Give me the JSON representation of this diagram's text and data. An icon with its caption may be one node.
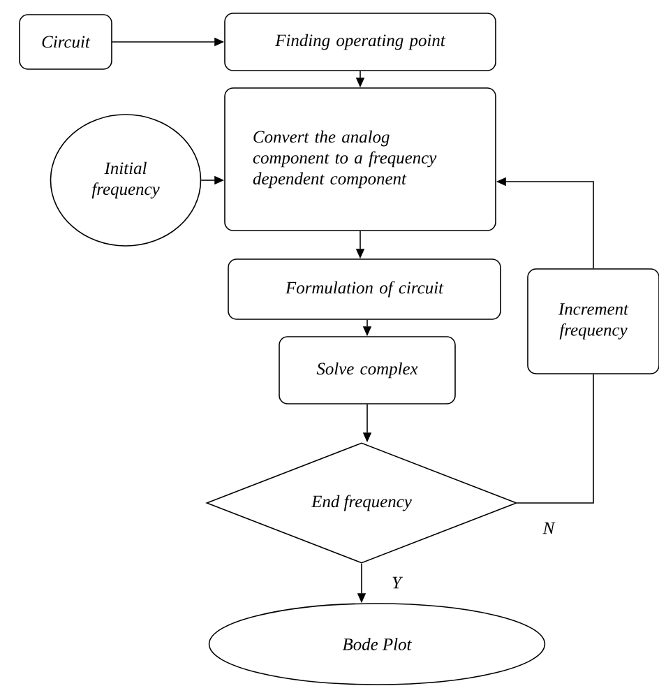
{
  "diagram": {
    "nodes": [
      {
        "text": [
          "Circuit"
        ]
      },
      {
        "text": [
          "Finding operating point"
        ]
      },
      {
        "text": [
          "Convert the analog component to a frequency dependent component"
        ]
      },
      {
        "text": [
          "Initial frequency"
        ]
      },
      {
        "text": [
          "Formulation of circuit"
        ]
      },
      {
        "text": [
          "Increment frequency"
        ]
      },
      {
        "text": [
          "Solve complex"
        ]
      },
      {
        "text": [
          "End frequency"
        ]
      },
      {
        "text": [
          "Bode Plot"
        ]
      }
    ],
    "edges": [
      {
        "from": 0,
        "to": 1,
        "arrow": "to"
      },
      {
        "from": 1,
        "to": 2,
        "arrow": "to"
      },
      {
        "from": 3,
        "to": 2,
        "arrow": "to"
      },
      {
        "from": 2,
        "to": 4,
        "arrow": "to"
      },
      {
        "from": 4,
        "to": 6,
        "arrow": "to"
      },
      {
        "from": 6,
        "to": 7,
        "arrow": "to"
      },
      {
        "from": 7,
        "to": 8,
        "arrow": "to",
        "label": "Y"
      },
      {
        "from": 7,
        "to": 5,
        "arrow": "none",
        "label": "N"
      },
      {
        "from": 5,
        "to": 2,
        "arrow": "to"
      }
    ]
  }
}
